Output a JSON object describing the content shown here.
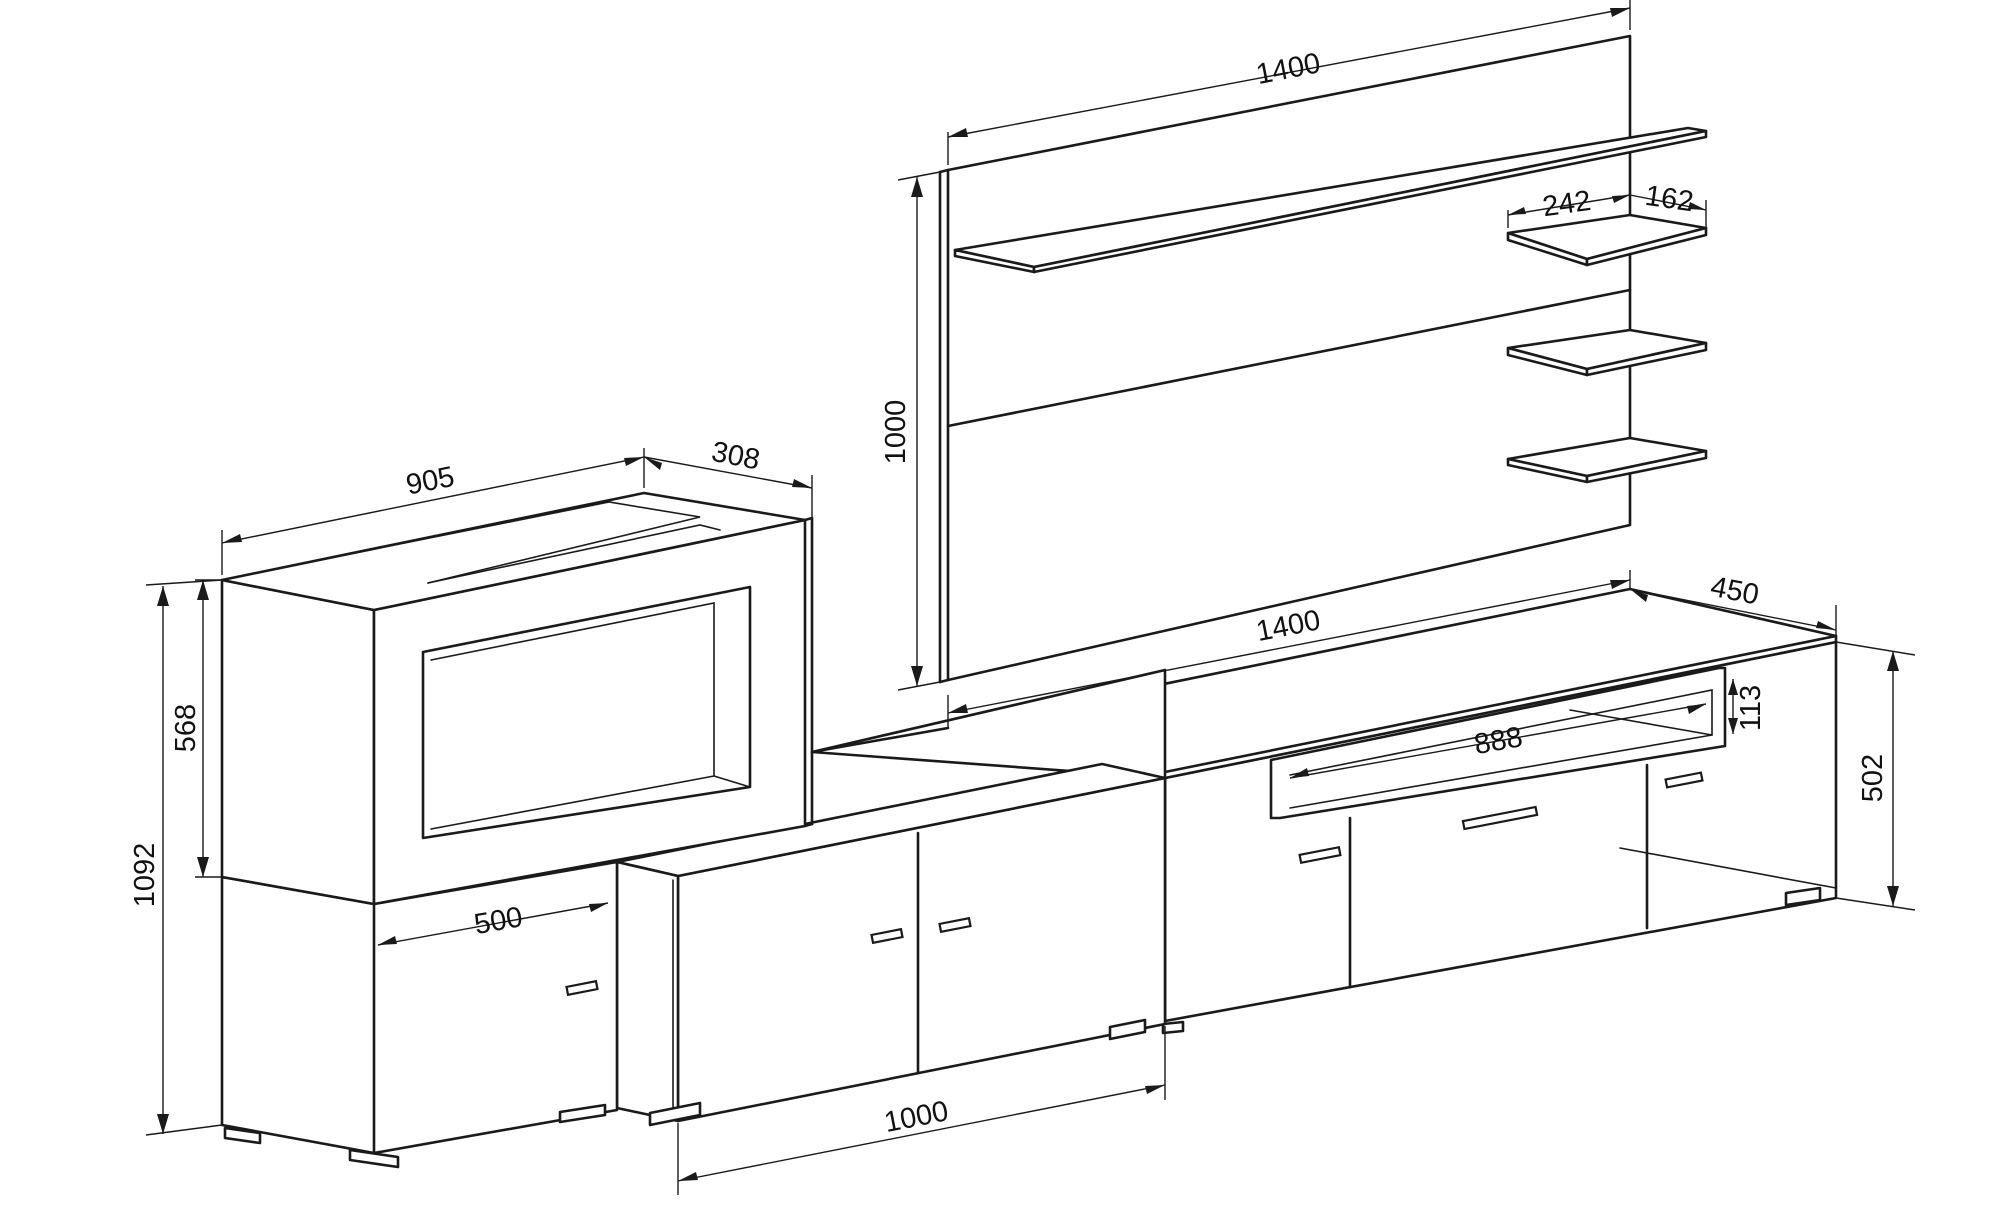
{
  "diagram": {
    "dimensions": {
      "panel_width": "1400",
      "panel_height": "1000",
      "shelf_depth": "242",
      "shelf_offset": "162",
      "cabinet_width": "1400",
      "cabinet_depth": "450",
      "cabinet_height": "502",
      "niche_height": "113",
      "niche_width": "888",
      "vitrine_width": "905",
      "vitrine_depth": "308",
      "vitrine_upper_height": "568",
      "vitrine_total_height": "1092",
      "vitrine_base_width": "500",
      "middle_cabinet_width": "1000"
    }
  }
}
